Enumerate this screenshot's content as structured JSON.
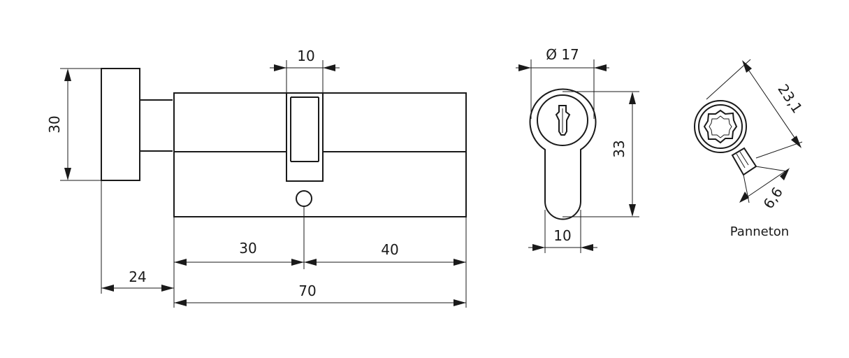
{
  "dims": {
    "thumbturn_height": "30",
    "cam_width": "10",
    "cam_to_left": "30",
    "cam_to_right": "40",
    "thumbturn_length": "24",
    "body_length": "70",
    "diameter": "Ø 17",
    "profile_height": "33",
    "profile_width": "10",
    "cam_length": "23,1",
    "cam_tab": "6,6"
  },
  "labels": {
    "cam_caption": "Panneton"
  },
  "colors": {
    "stroke": "#1a1a1a",
    "background": "#ffffff"
  }
}
